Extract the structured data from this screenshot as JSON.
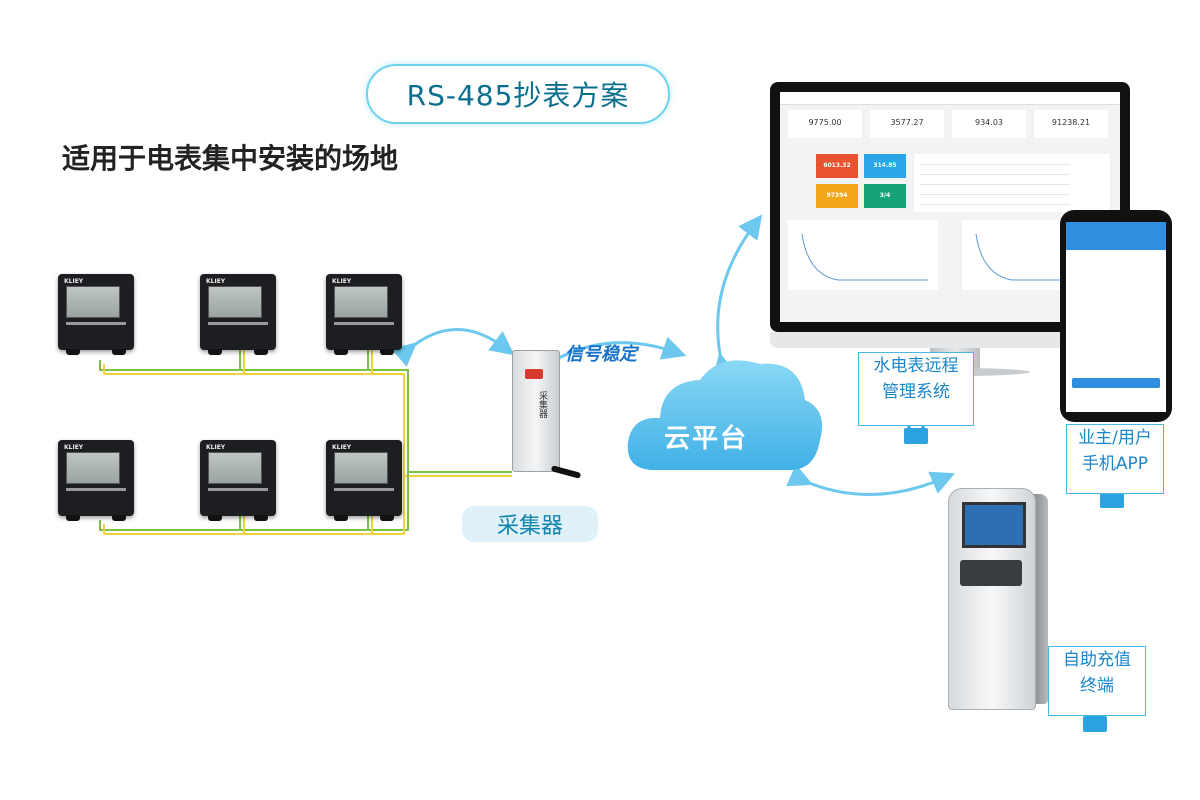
{
  "title": "RS-485抄表方案",
  "subtitle": "适用于电表集中安装的场地",
  "meter_brand": "KLIEY",
  "collector": {
    "device_text": "采集器",
    "label": "采集器"
  },
  "signal_label": "信号稳定",
  "cloud_label": "云平台",
  "dashboard": {
    "kpis": [
      "9775.00",
      "3577.27",
      "934.03",
      "91238.21"
    ],
    "tiles": [
      {
        "value": "6013.32",
        "color": "#e8522f"
      },
      {
        "value": "314.85",
        "color": "#2aa5e6"
      },
      {
        "value": "97394",
        "color": "#f2a618"
      },
      {
        "value": "3/4",
        "color": "#17a37a"
      }
    ]
  },
  "endpoints": {
    "management": {
      "line1": "水电表远程",
      "line2": "管理系统"
    },
    "app": {
      "line1": "业主/用户",
      "line2": "手机APP"
    },
    "kiosk": {
      "line1": "自助充值",
      "line2": "终端"
    }
  },
  "colors": {
    "accent": "#49b6e6",
    "cloud": "#6cc8ee",
    "bus_green": "#7dc341",
    "bus_yellow": "#f0d33a"
  }
}
